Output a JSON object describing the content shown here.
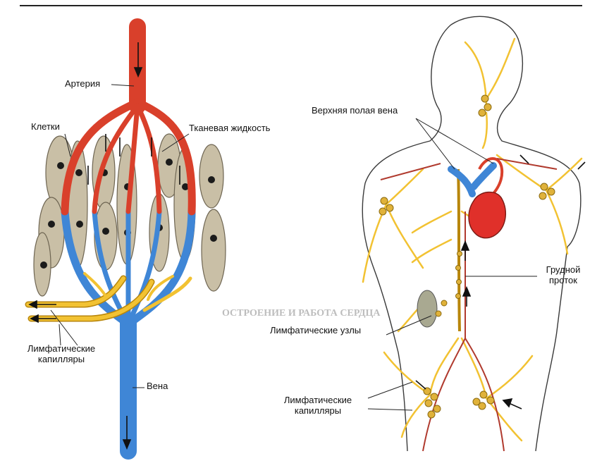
{
  "left_diagram": {
    "labels": {
      "artery": "Артерия",
      "cells": "Клетки",
      "tissue_fluid": "Тканевая жидкость",
      "lymph_capillaries": [
        "Лимфатические",
        "капилляры"
      ],
      "vein": "Вена"
    }
  },
  "right_diagram": {
    "labels": {
      "superior_vena_cava": "Верхняя полая вена",
      "thoracic_duct": [
        "Грудной",
        "проток"
      ],
      "lymph_nodes": "Лимфатические узлы",
      "lymph_capillaries": [
        "Лимфатические",
        "капилляры"
      ]
    }
  },
  "background_text": {
    "heading": "ОСТРОЕНИЕ И РАБОТА СЕРДЦА"
  },
  "colors": {
    "artery": "#d9402b",
    "vein": "#3f86d6",
    "lymph": "#f2c232",
    "lymph_outline": "#b8860b",
    "cell": "#c9bfa6",
    "nucleus": "#1b1b1b",
    "heart": "#e0302a",
    "body_outline": "#3a3a3a"
  }
}
